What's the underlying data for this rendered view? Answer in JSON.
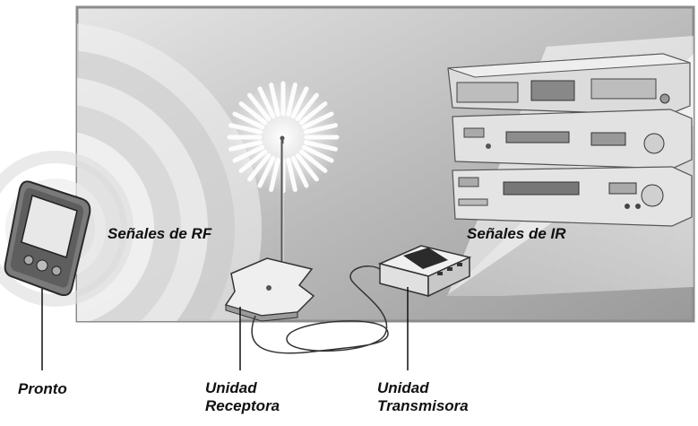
{
  "labels": {
    "rf_signals": "Señales de RF",
    "ir_signals": "Señales de IR",
    "pronto": "Pronto",
    "receiver_line1": "Unidad",
    "receiver_line2": "Receptora",
    "transmitter_line1": "Unidad",
    "transmitter_line2": "Transmisora"
  }
}
